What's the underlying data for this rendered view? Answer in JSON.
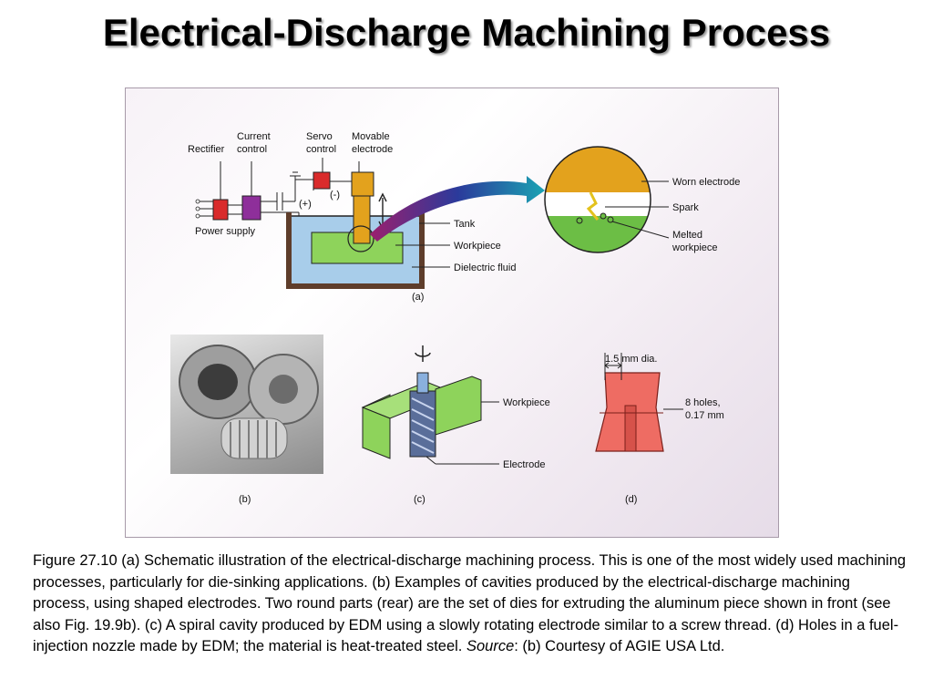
{
  "title": "Electrical-Discharge Machining Process",
  "diagram_a": {
    "labels": {
      "rectifier": "Rectifier",
      "current_control": [
        "Current",
        "control"
      ],
      "servo_control": [
        "Servo",
        "control"
      ],
      "movable_electrode": [
        "Movable",
        "electrode"
      ],
      "power_supply": "Power supply",
      "plus": "(+)",
      "minus": "(-)",
      "tank": "Tank",
      "workpiece": "Workpiece",
      "dielectric_fluid": "Dielectric fluid",
      "worn_electrode": "Worn electrode",
      "spark": "Spark",
      "melted_workpiece": [
        "Melted",
        "workpiece"
      ]
    },
    "tag": "(a)"
  },
  "diagram_b": {
    "tag": "(b)"
  },
  "diagram_c": {
    "workpiece": "Workpiece",
    "electrode": "Electrode",
    "tag": "(c)"
  },
  "diagram_d": {
    "dia": "1.5 mm dia.",
    "holes": [
      "8 holes,",
      "0.17 mm"
    ],
    "tag": "(d)"
  },
  "caption": {
    "p1": "Figure 27.10  (a)  Schematic illustration of the electrical-discharge machining process.  This is one of the most widely used machining processes, particularly for die-sinking applications.  (b)  Examples of cavities produced by the electrical-discharge machining process, using shaped electrodes.  Two round parts (rear) are the set of dies for extruding the aluminum piece shown in front (see also Fig. 19.9b).  (c)  A spiral cavity produced by EDM using a slowly rotating electrode similar to a screw thread.  (d)  Holes in a fuel-injection nozzle made by EDM; the material is heat-treated steel.  ",
    "source": "Source",
    "p2": ":  (b)  Courtesy of AGIE USA Ltd."
  }
}
